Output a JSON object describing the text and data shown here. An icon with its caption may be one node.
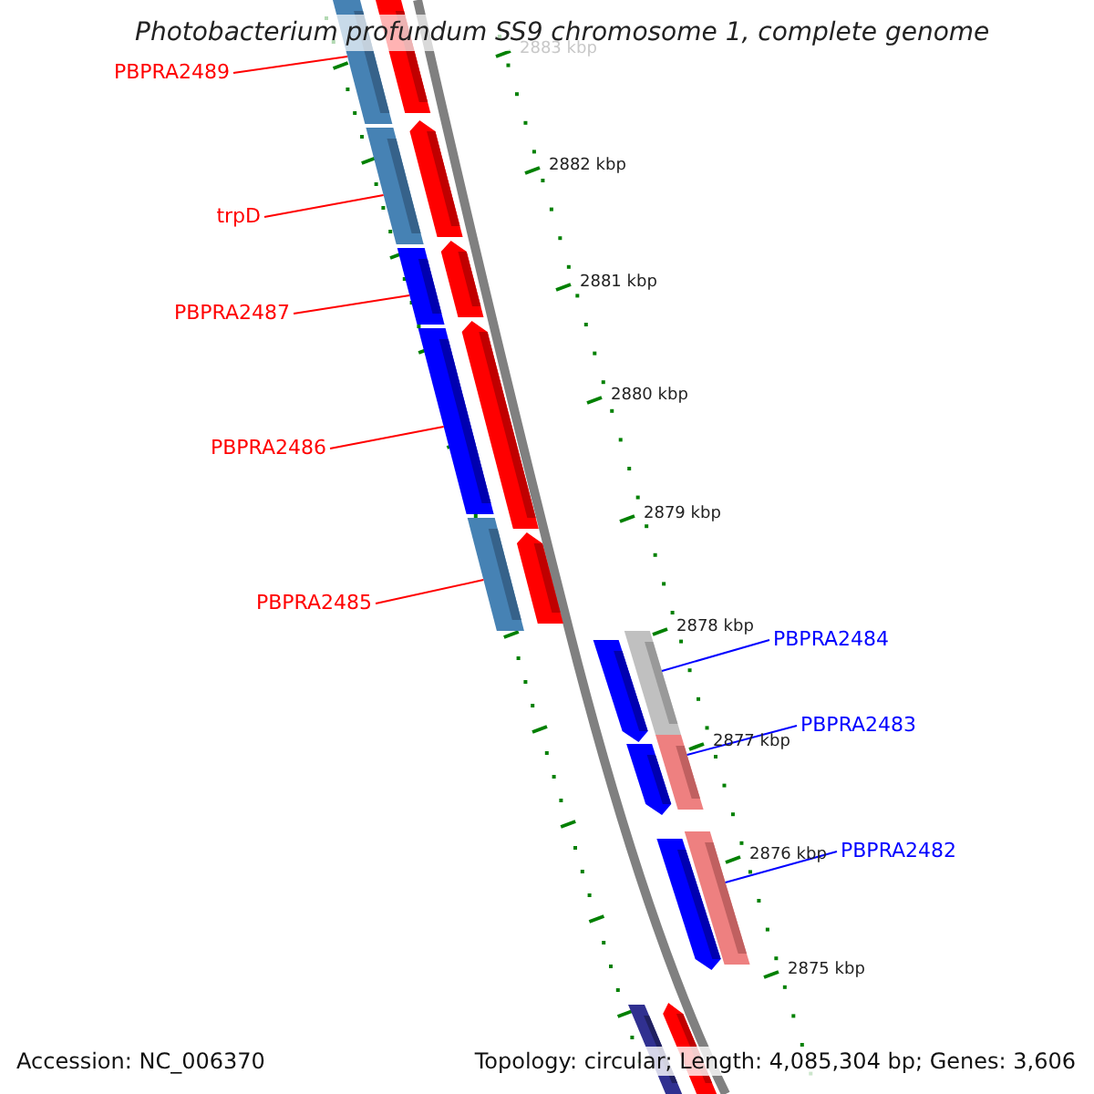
{
  "diagram": {
    "title": "Photobacterium profundum SS9 chromosome 1, complete genome",
    "nodes": [
      {
        "text": [
          "PBPRA2489"
        ]
      },
      {
        "text": [
          "trpD"
        ]
      },
      {
        "text": [
          "PBPRA2487"
        ]
      },
      {
        "text": [
          "PBPRA2486"
        ]
      },
      {
        "text": [
          "PBPRA2485"
        ]
      },
      {
        "text": [
          "PBPRA2484"
        ]
      },
      {
        "text": [
          "PBPRA2483"
        ]
      },
      {
        "text": [
          "PBPRA2482"
        ]
      },
      {
        "text": [],
        "shape": "bar"
      },
      {
        "text": [],
        "shape": "bar"
      },
      {
        "text": [],
        "shape": "bar"
      },
      {
        "text": [],
        "shape": "bar"
      },
      {
        "text": [],
        "shape": "bar"
      },
      {
        "text": [],
        "shape": "bar"
      },
      {
        "text": [],
        "shape": "bar"
      },
      {
        "text": [],
        "shape": "bar"
      },
      {
        "text": [],
        "shape": "bar"
      },
      {
        "text": [],
        "shape": "bar"
      },
      {
        "text": [],
        "shape": "bar"
      },
      {
        "text": [],
        "shape": "bar"
      },
      {
        "text": [],
        "shape": "bar"
      },
      {
        "text": [],
        "shape": "bar"
      },
      {
        "text": [],
        "shape": "bar"
      },
      {
        "text": [],
        "shape": "bar"
      },
      {
        "text": [],
        "shape": "bar"
      },
      {
        "text": [],
        "shape": "bar"
      }
    ],
    "edges": [
      {
        "from": 0,
        "to": 8,
        "arrow": "none"
      },
      {
        "from": 1,
        "to": 9,
        "arrow": "none"
      },
      {
        "from": 2,
        "to": 10,
        "arrow": "none"
      },
      {
        "from": 3,
        "to": 11,
        "arrow": "none"
      },
      {
        "from": 4,
        "to": 12,
        "arrow": "none"
      },
      {
        "from": 5,
        "to": 13,
        "arrow": "none",
        "color": "#0000ff"
      },
      {
        "from": 6,
        "to": 14,
        "arrow": "none",
        "color": "#0000ff"
      },
      {
        "from": 7,
        "to": 15,
        "arrow": "none",
        "color": "#0000ff"
      }
    ],
    "labels": [
      "2883 kbp",
      "2882 kbp",
      "2881 kbp",
      "2880 kbp",
      "2879 kbp",
      "2878 kbp",
      "2877 kbp",
      "2876 kbp",
      "2875 kbp",
      "Accession: NC_006370",
      "Topology: circular; Length: 4,085,304 bp; Genes: 3,606"
    ]
  }
}
